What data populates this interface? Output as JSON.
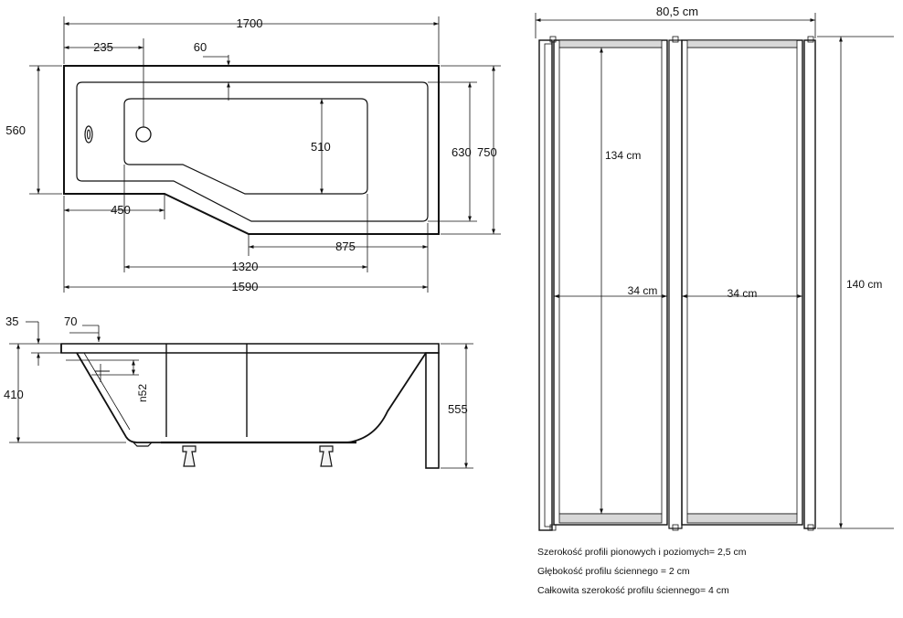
{
  "top_view": {
    "dim_total_length": "1700",
    "dim_drain_offset": "235",
    "dim_rim": "60",
    "dim_left_width": "560",
    "dim_inner_width": "510",
    "dim_mid_width": "630",
    "dim_total_width": "750",
    "dim_narrow_length": "450",
    "dim_wide_inner_length": "875",
    "dim_inner_length": "1320",
    "dim_bottom_length": "1590"
  },
  "side_view": {
    "dim_rim_thickness": "35",
    "dim_rim_overhang": "70",
    "dim_overflow": "n52",
    "dim_depth": "410",
    "dim_total_height": "555"
  },
  "screen": {
    "dim_width": "80,5 cm",
    "dim_inner_height": "134 cm",
    "dim_panel_left": "34 cm",
    "dim_panel_right": "34 cm",
    "dim_height": "140 cm"
  },
  "notes": [
    "Szerokość profili pionowych i poziomych= 2,5 cm",
    "Głębokość profilu ściennego = 2 cm",
    "Całkowita szerokość profilu ściennego= 4 cm"
  ]
}
